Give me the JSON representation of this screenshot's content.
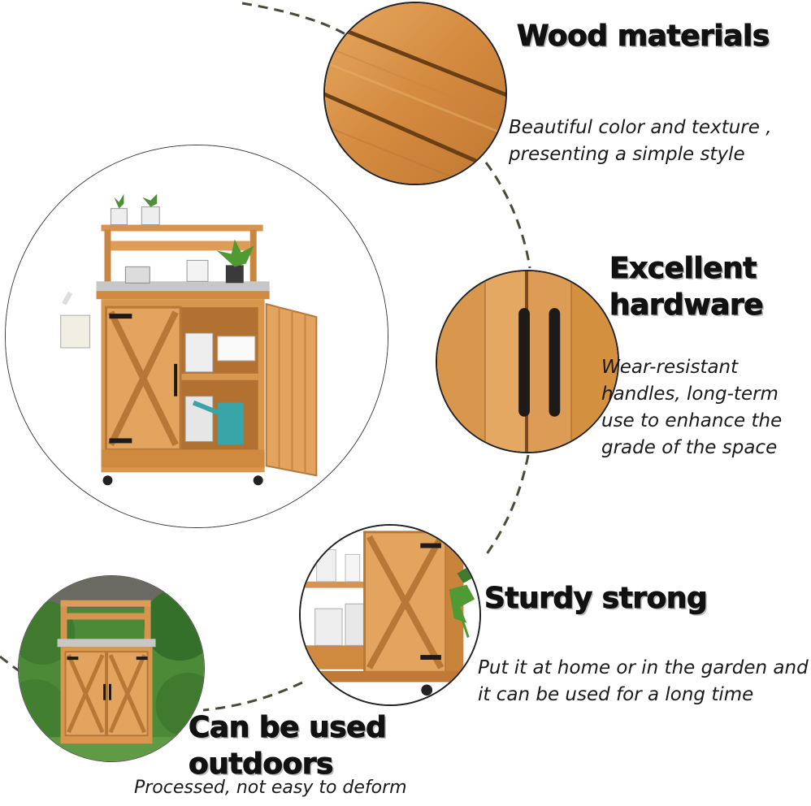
{
  "features": {
    "wood": {
      "title": "Wood materials",
      "description": "Beautiful color and texture , presenting a simple style"
    },
    "hardware": {
      "title": "Excellent hardware",
      "description": "Wear-resistant handles, long-term use to enhance the grade of the space"
    },
    "sturdy": {
      "title": "Sturdy strong",
      "description": "Put it at home or in the garden and it can be used for a long time"
    },
    "outdoors": {
      "title": "Can be used outdoors",
      "description": "Processed, not easy to deform"
    }
  },
  "colors": {
    "wood_light": "#e3a15a",
    "wood_mid": "#cf8a3f",
    "wood_dark": "#a9682a",
    "hardware_black": "#1e1a18",
    "foliage": "#3f7a2e",
    "text": "#111111"
  }
}
